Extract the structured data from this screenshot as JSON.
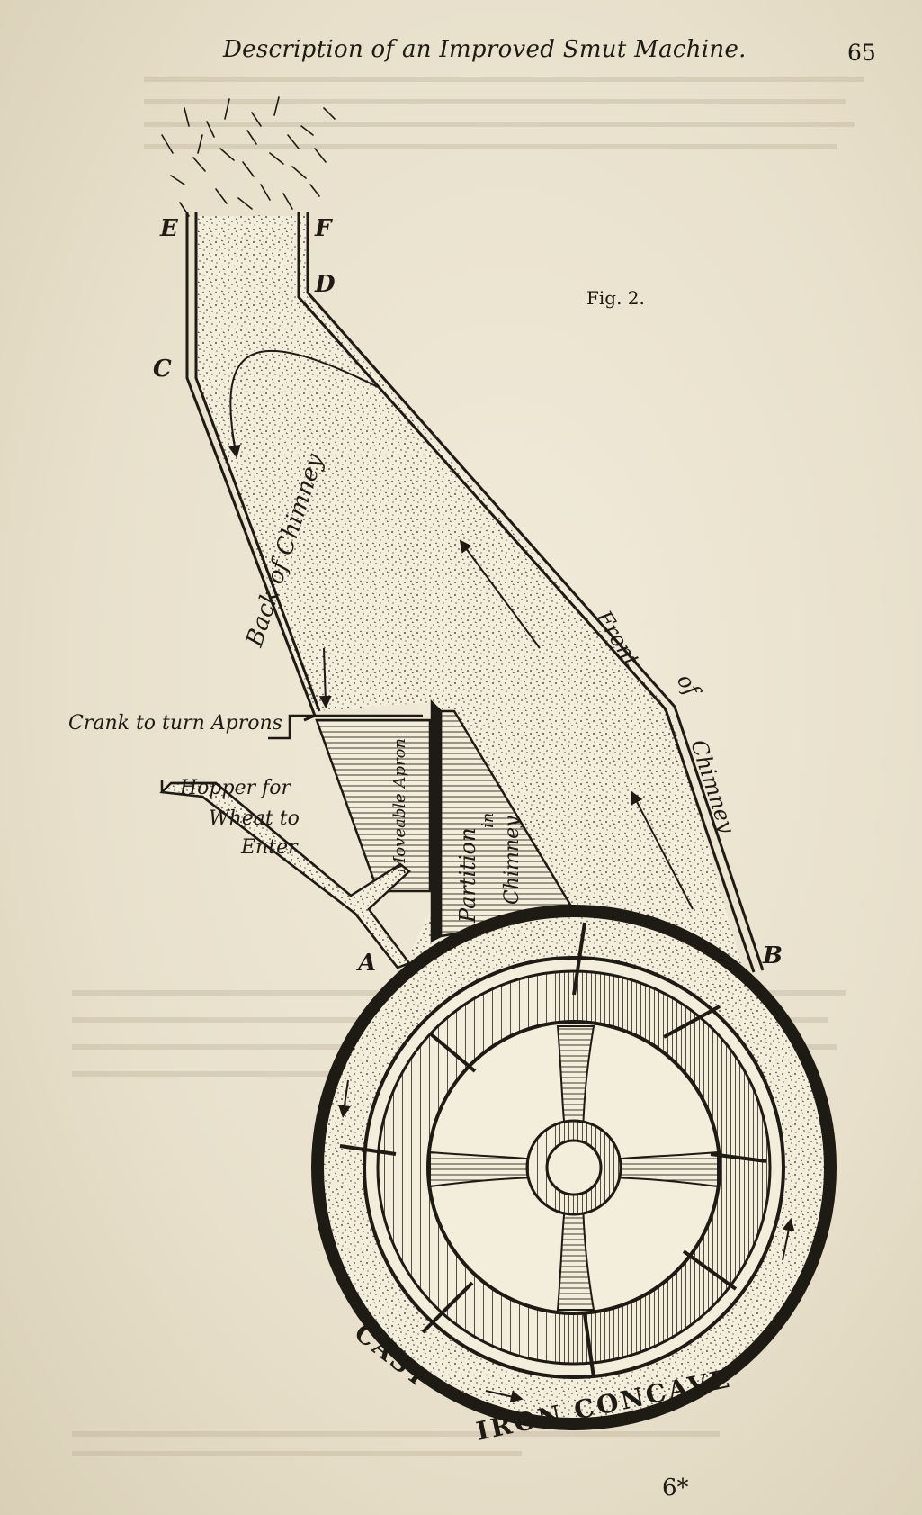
{
  "header": {
    "title": "Description of an Improved Smut Machine.",
    "page_number": "65"
  },
  "figure": {
    "caption": "Fig. 2.",
    "points": {
      "E": "E",
      "F": "F",
      "D": "D",
      "C": "C",
      "A": "A",
      "B": "B"
    },
    "labels": {
      "back_of_chimney": "Back of Chimney",
      "front": "Front",
      "of": "of",
      "chimney": "Chimney",
      "crank": "Crank to turn Aprons",
      "hopper_line1": "Hopper for",
      "hopper_line2": "Wheat to",
      "hopper_line3": "Enter.",
      "moveable_apron": "Moveable Apron",
      "partition_line1": "Partition",
      "partition_line2": "in",
      "partition_line3": "Chimney",
      "cast": "CAST",
      "iron_concave": "IRON CONCAVE"
    }
  },
  "footer": {
    "folio": "6*"
  },
  "colors": {
    "paper": "#ece5d2",
    "ink": "#1e1a14"
  }
}
